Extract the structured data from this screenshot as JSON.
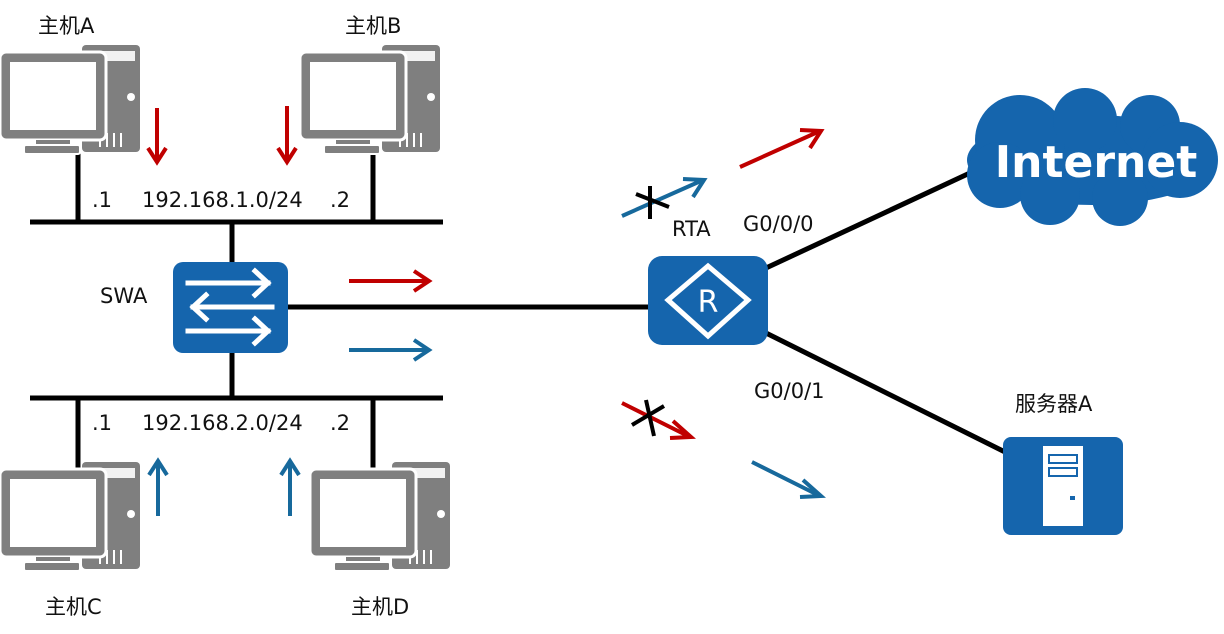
{
  "hosts": {
    "a": "主机A",
    "b": "主机B",
    "c": "主机C",
    "d": "主机D"
  },
  "server": "服务器A",
  "switch": "SWA",
  "router": "RTA",
  "router_glyph": "R",
  "cloud": "Internet",
  "interfaces": {
    "g0": "G0/0/0",
    "g1": "G0/0/1"
  },
  "subnets": {
    "top": {
      "network": "192.168.1.0/24",
      "left": ".1",
      "right": ".2"
    },
    "bottom": {
      "network": "192.168.2.0/24",
      "left": ".1",
      "right": ".2"
    }
  },
  "colors": {
    "device": "#1565ad",
    "red_flow": "#c00000",
    "blue_flow": "#17699c",
    "pc": "#7f7f7f"
  }
}
